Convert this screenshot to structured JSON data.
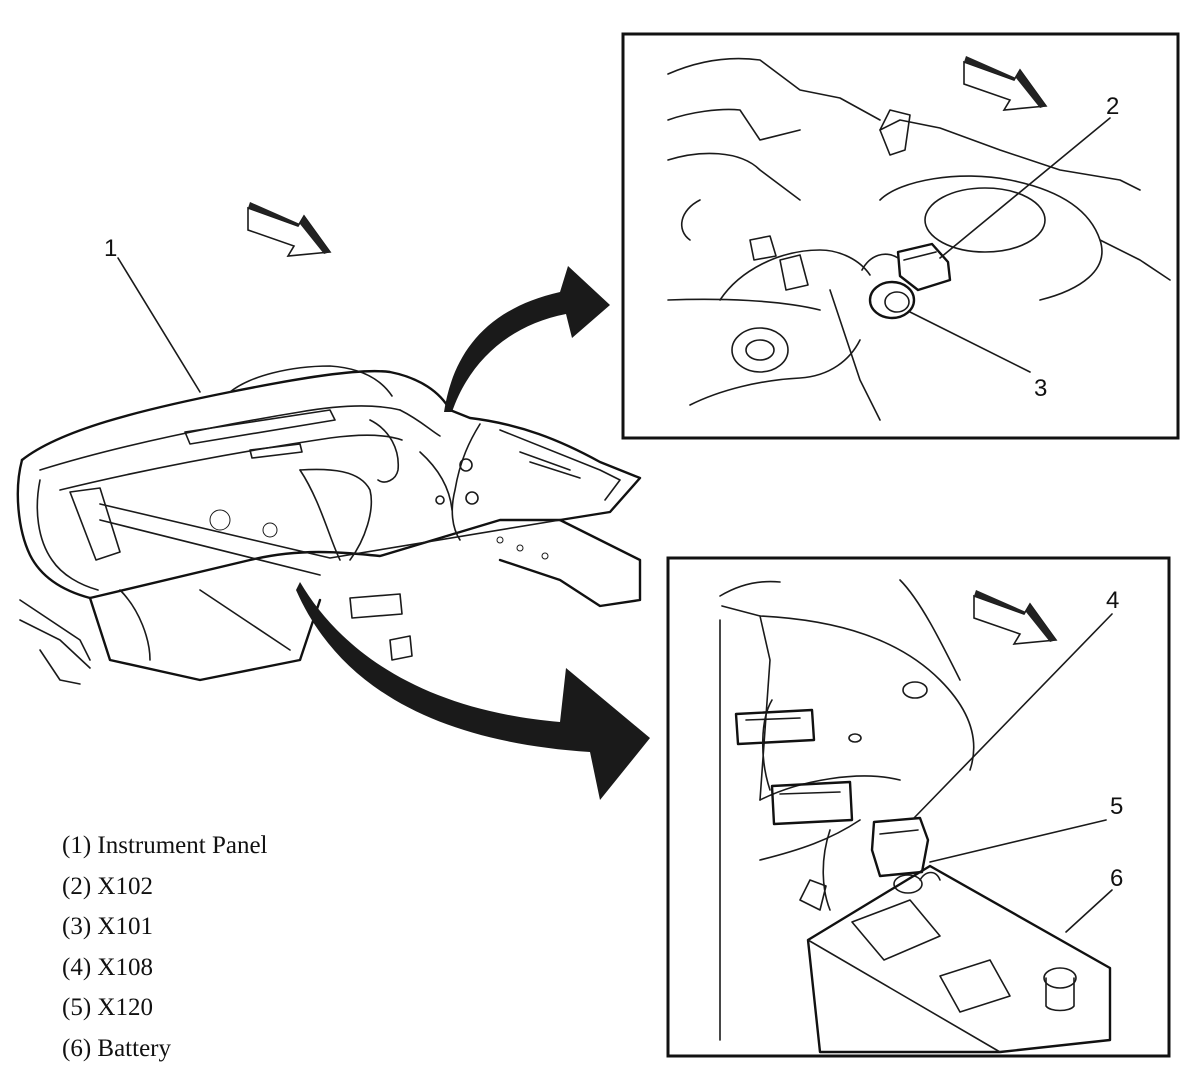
{
  "callouts": [
    "1",
    "2",
    "3",
    "4",
    "5",
    "6"
  ],
  "legend": [
    "(1) Instrument Panel",
    "(2) X102",
    "(3) X101",
    "(4) X108",
    "(5) X120",
    "(6) Battery"
  ],
  "colors": {
    "ink": "#111111",
    "background": "#ffffff",
    "arrow_fill": "#1a1a1a"
  },
  "icons": {
    "view_direction": "forward-direction-arrow-icon"
  }
}
